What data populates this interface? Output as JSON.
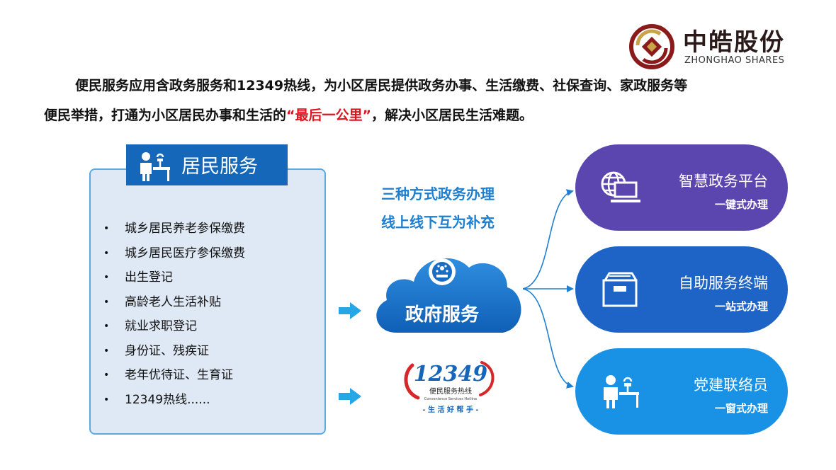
{
  "logo": {
    "name_cn": "中皓股份",
    "name_en": "ZHONGHAO SHARES",
    "colors": {
      "maroon": "#8b1a1a",
      "gold": "#c9a24a"
    }
  },
  "intro": {
    "line1": "便民服务应用含政务服务和12349热线，为小区居民提供政务办事、生活缴费、社保查询、家政服务等",
    "line2_before": "便民举措，打通为小区居民办事和生活的",
    "line2_highlight": "“最后一公里”",
    "line2_after": "，解决小区居民生活难题。",
    "highlight_color": "#e0141e"
  },
  "resident_services": {
    "title": "居民服务",
    "icon": "person-at-desk-icon",
    "items": [
      "城乡居民养老参保缴费",
      "城乡居民医疗参保缴费",
      "出生登记",
      "高龄老人生活补贴",
      "就业求职登记",
      "身份证、残疾证",
      "老年优待证、生育证",
      "12349热线......"
    ]
  },
  "middle": {
    "mode_line1": "三种方式政务办理",
    "mode_line2": "线上线下互为补充",
    "cloud_label": "政府服务",
    "cloud_icon": "national-emblem-icon",
    "hotline": {
      "number": "12349",
      "caption": "便民服务热线",
      "caption_en": "Convenience Services Hotline",
      "slogan": "- 生 活 好 帮 手 -"
    }
  },
  "channels": [
    {
      "title": "智慧政务平台",
      "subtitle": "一键式办理",
      "icon": "globe-laptop-icon",
      "color": "#5b45ae"
    },
    {
      "title": "自助服务终端",
      "subtitle": "一站式办理",
      "icon": "kiosk-terminal-icon",
      "color": "#1e63c6"
    },
    {
      "title": "党建联络员",
      "subtitle": "一窗式办理",
      "icon": "person-at-desk-icon",
      "color": "#1992e6"
    }
  ],
  "accent_colors": {
    "primary_blue": "#1568b9",
    "text_blue": "#1e7fd0",
    "arrow_cyan": "#25a7e6"
  }
}
